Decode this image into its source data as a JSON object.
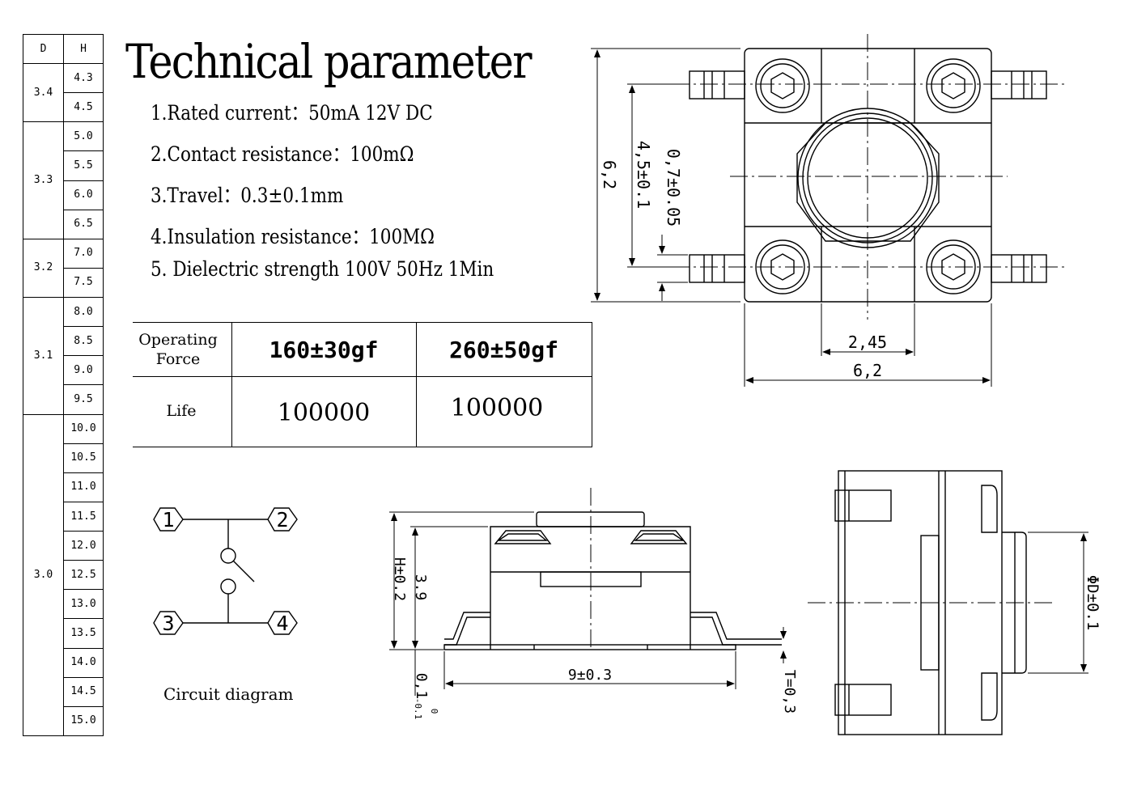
{
  "side_table": {
    "col_d": "D",
    "col_h": "H",
    "groups": [
      {
        "d": "3.4",
        "h": [
          "4.3",
          "4.5"
        ]
      },
      {
        "d": "3.3",
        "h": [
          "5.0",
          "5.5",
          "6.0",
          "6.5"
        ]
      },
      {
        "d": "3.2",
        "h": [
          "7.0",
          "7.5"
        ]
      },
      {
        "d": "3.1",
        "h": [
          "8.0",
          "8.5",
          "9.0",
          "9.5"
        ]
      },
      {
        "d": "3.0",
        "h": [
          "10.0",
          "10.5",
          "11.0",
          "11.5",
          "12.0",
          "12.5",
          "13.0",
          "13.5",
          "14.0",
          "14.5",
          "15.0"
        ]
      }
    ]
  },
  "title": "Technical parameter",
  "params": [
    "1.Rated current：50mA 12V DC",
    "2.Contact resistance：100mΩ",
    "3.Travel：0.3±0.1mm",
    "4.Insulation resistance：100MΩ",
    "5. Dielectric strength 100V 50Hz 1Min"
  ],
  "force_table": {
    "row1_label": "Operating\nForce",
    "row2_label": "Life",
    "col1_force": "160±30gf",
    "col2_force": "260±50gf",
    "col1_life": "100000",
    "col2_life": "100000"
  },
  "circuit": {
    "label": "Circuit diagram",
    "pins": [
      "1",
      "2",
      "3",
      "4"
    ]
  },
  "top_view": {
    "dim_height_total": "6,2",
    "dim_inner": "4,5±0.1",
    "dim_pin": "0,7±0.05",
    "dim_inner_width": "2,45",
    "dim_width_total": "6,2"
  },
  "side_view": {
    "dim_height": "H±0.2",
    "dim_body": "3.9",
    "dim_base": "0,1",
    "dim_base_tol_upper": "0",
    "dim_base_tol_lower": "-0.1",
    "dim_length": "9±0.3",
    "dim_thickness": "T=0,3"
  },
  "end_view": {
    "dim_diameter": "ΦD±0.1"
  }
}
